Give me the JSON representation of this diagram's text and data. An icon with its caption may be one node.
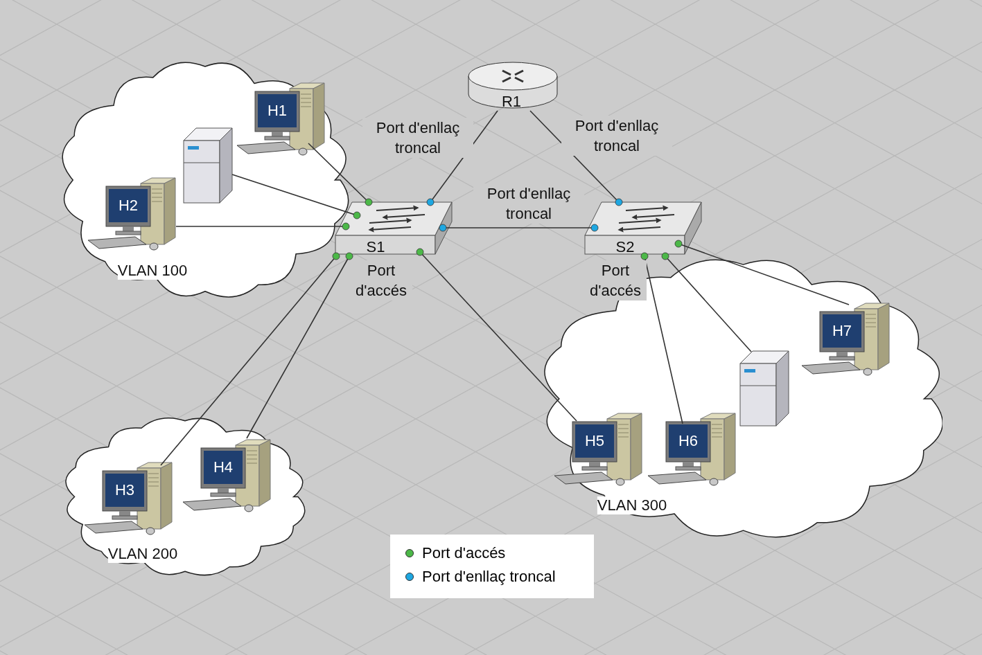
{
  "diagram": {
    "nodes": [
      {
        "text": [
          "VLAN 100"
        ]
      },
      {
        "text": [
          "H1"
        ],
        "in": 0
      },
      {
        "text": [],
        "shape": "box",
        "in": 0
      },
      {
        "text": [
          "H2"
        ],
        "in": 0
      },
      {
        "text": [
          "R1"
        ]
      },
      {
        "text": [
          "S1"
        ],
        "beside": [
          "Port d'accés"
        ]
      },
      {
        "text": [
          "S2"
        ],
        "beside": [
          "Port d'accés"
        ]
      },
      {
        "text": [
          "VLAN 200"
        ]
      },
      {
        "text": [
          "H3"
        ],
        "in": 7
      },
      {
        "text": [
          "H4"
        ],
        "in": 7
      },
      {
        "text": [
          "VLAN 300"
        ]
      },
      {
        "text": [
          "H7"
        ],
        "in": 10
      },
      {
        "text": [],
        "shape": "box",
        "in": 10
      },
      {
        "text": [
          "H5"
        ],
        "in": 10
      },
      {
        "text": [
          "H6"
        ],
        "in": 10
      }
    ],
    "edges": [
      {
        "from": 1,
        "to": 5,
        "arrow": "other"
      },
      {
        "from": 2,
        "to": 5,
        "arrow": "other"
      },
      {
        "from": 3,
        "to": 5,
        "arrow": "other"
      },
      {
        "from": 5,
        "to": 4,
        "arrow": "other",
        "label": "Port d'enllaç troncal"
      },
      {
        "from": 4,
        "to": 6,
        "arrow": "other",
        "label": "Port d'enllaç troncal"
      },
      {
        "from": 5,
        "to": 6,
        "arrow": "other",
        "label": "Port d'enllaç troncal"
      },
      {
        "from": 8,
        "to": 5,
        "arrow": "other"
      },
      {
        "from": 9,
        "to": 5,
        "arrow": "other"
      },
      {
        "from": 5,
        "to": 13,
        "arrow": "other"
      },
      {
        "from": 6,
        "to": 14,
        "arrow": "other"
      },
      {
        "from": 6,
        "to": 12,
        "arrow": "other"
      },
      {
        "from": 6,
        "to": 11,
        "arrow": "other"
      }
    ],
    "legend": [
      {
        "text": "Port d'accés",
        "color": "#4cb848"
      },
      {
        "text": "Port d'enllaç troncal",
        "color": "#1ea7e1"
      }
    ]
  }
}
